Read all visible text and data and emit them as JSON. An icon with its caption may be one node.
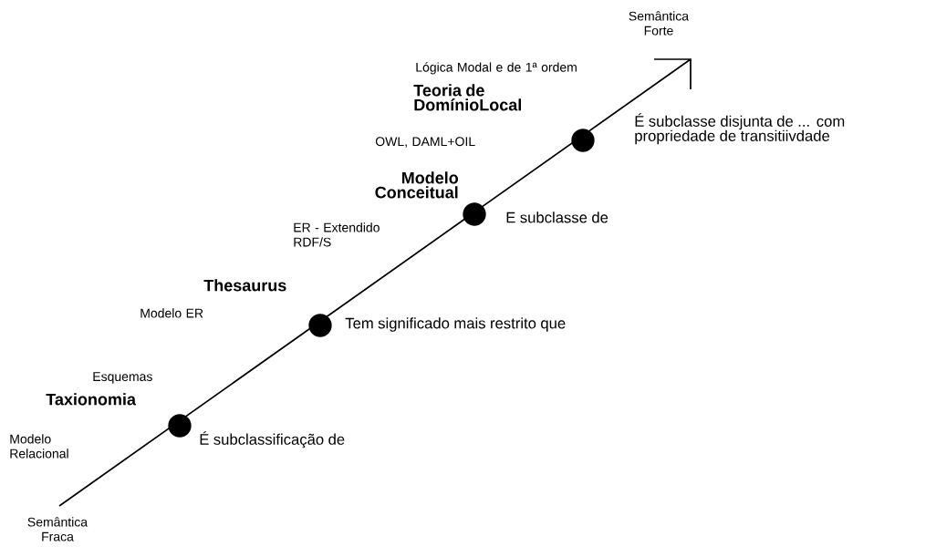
{
  "diagram": {
    "nodes": [
      {
        "text": [],
        "shape": "circle"
      },
      {
        "text": [],
        "shape": "circle"
      },
      {
        "text": [],
        "shape": "circle"
      },
      {
        "text": [],
        "shape": "circle"
      }
    ],
    "labels": [
      "Semântica Forte",
      "Lógica Modal e de 1ª ordem",
      "Teoria de DomínioLocal",
      "OWL, DAML+OIL",
      "É subclasse disjunta de ... com propriedade de transitiivdade",
      "Modelo Conceitual",
      "E subclasse de",
      "ER - Extendido RDF/S",
      "Thesaurus",
      "Modelo ER",
      "Tem significado mais restrito que",
      "Esquemas",
      "Taxionomia",
      "Modelo Relacional",
      "É subclassificação de",
      "Semântica Fraca"
    ]
  }
}
